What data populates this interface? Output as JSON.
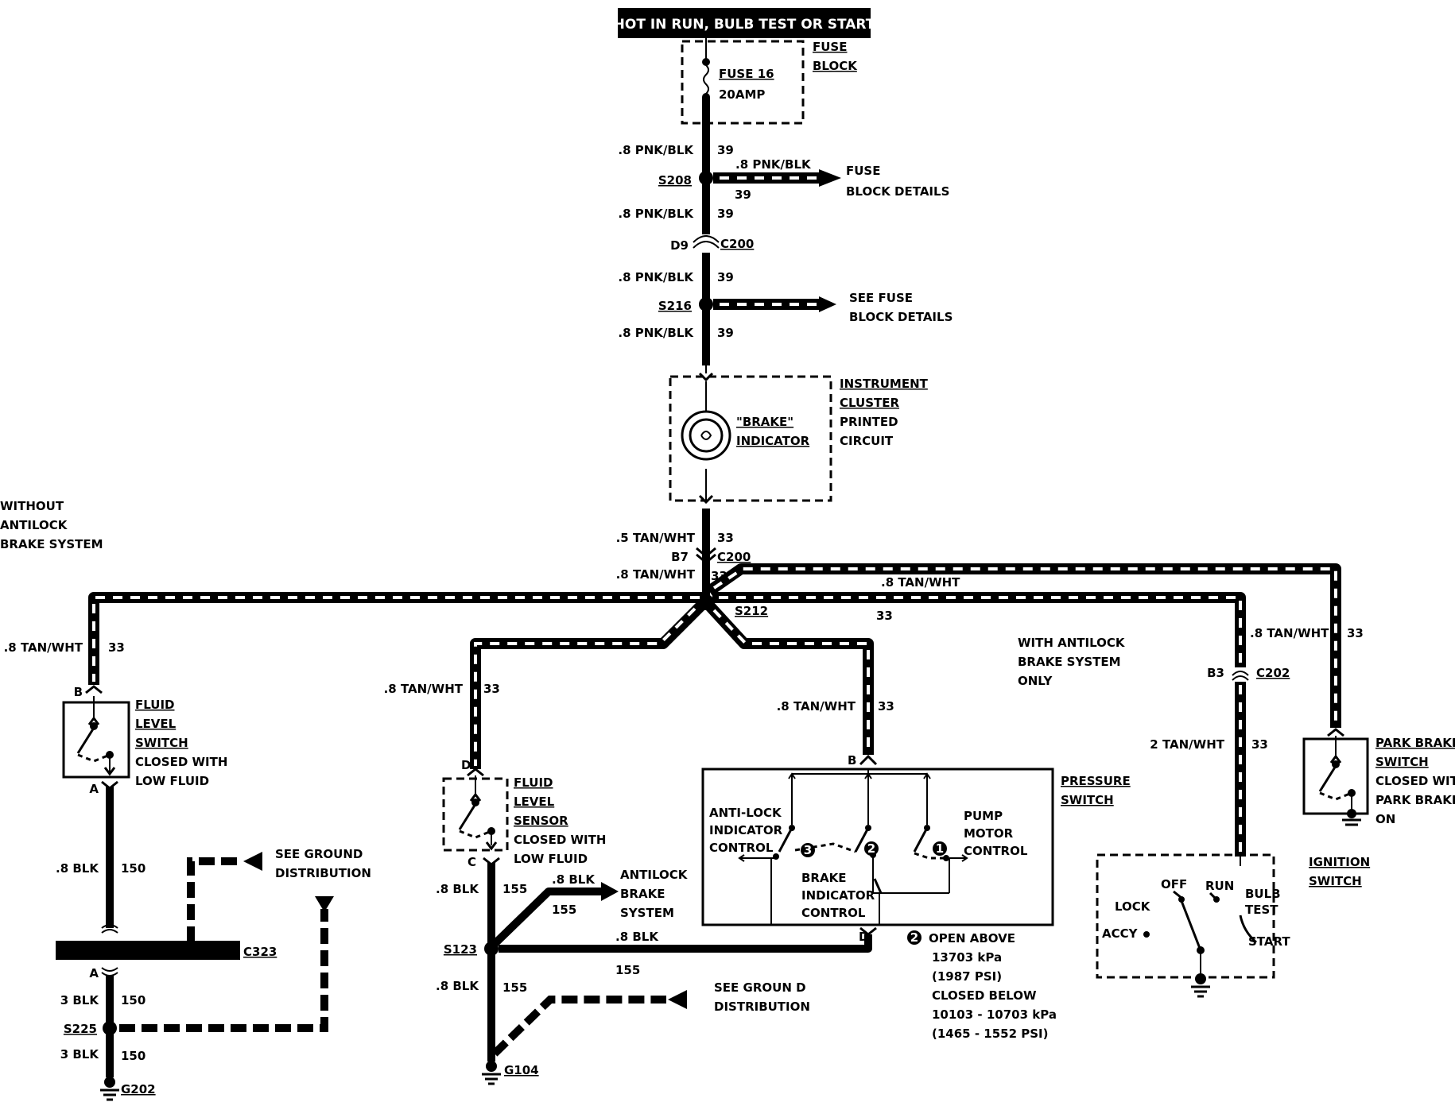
{
  "header": "HOT IN RUN, BULB TEST OR START",
  "fuse_block": {
    "title1": "FUSE",
    "title2": "BLOCK",
    "fuse": "FUSE 16",
    "rating": "20AMP"
  },
  "wires": {
    "pnk_blk": ".8 PNK/BLK",
    "pnk_blk_spaced": ".8  PNK/BLK",
    "w39": "39",
    "tan_wht_5": ".5 TAN/WHT",
    "tan_wht_8": ".8 TAN/WHT",
    "tan_wht_8_spaced": ".8  TAN/WHT",
    "tan_wht_2": "2  TAN/WHT",
    "w33": "33",
    "blk_8": ".8 BLK",
    "blk_3": "3 BLK",
    "w150": "150",
    "w155": "155"
  },
  "splices": {
    "s208": "S208",
    "s216": "S216",
    "s212": "S212",
    "s123": "S123",
    "s225": "S225"
  },
  "connectors": {
    "d9": "D9",
    "c200": "C200",
    "b7": "B7",
    "c202": "C202",
    "b3": "B3",
    "c323": "C323",
    "pin_a": "A",
    "pin_b": "B",
    "pin_c": "C",
    "pin_d": "D"
  },
  "grounds": {
    "g104": "G104",
    "g202": "G202"
  },
  "refs": {
    "fuse_details_1": "FUSE",
    "fuse_details_2": "BLOCK  DETAILS",
    "see_fuse_1": "SEE FUSE",
    "see_fuse_2": "BLOCK DETAILS",
    "see_ground_1": "SEE GROUND",
    "see_ground_2": "DISTRIBUTION",
    "see_ground_b1": "SEE GROUN D",
    "see_ground_b2": "DISTRIBUTION"
  },
  "cluster": {
    "t1": "INSTRUMENT",
    "t2": "CLUSTER",
    "t3": "PRINTED",
    "t4": "CIRCUIT",
    "ind1": "\"BRAKE\"",
    "ind2": "INDICATOR"
  },
  "notes": {
    "without1": "WITHOUT",
    "without2": "ANTILOCK",
    "without3": "BRAKE SYSTEM",
    "with1": "WITH  ANTILOCK",
    "with2": "BRAKE  SYSTEM",
    "with3": "ONLY"
  },
  "fluid_switch": {
    "t1": "FLUID",
    "t2": "LEVEL",
    "t3": "SWITCH",
    "t4": "CLOSED WITH",
    "t5": "LOW FLUID"
  },
  "fluid_sensor": {
    "t1": "FLUID",
    "t2": "LEVEL",
    "t3": "SENSOR",
    "t4": "CLOSED WITH",
    "t5": "LOW FLUID"
  },
  "antilock": {
    "t1": "ANTILOCK",
    "t2": "BRAKE",
    "t3": "SYSTEM"
  },
  "pressure": {
    "t1": "PRESSURE",
    "t2": "SWITCH",
    "al1": "ANTI-LOCK",
    "al2": "INDICATOR",
    "al3": "CONTROL",
    "bi1": "BRAKE",
    "bi2": "INDICATOR",
    "bi3": "CONTROL",
    "pm1": "PUMP",
    "pm2": "MOTOR",
    "pm3": "CONTROL",
    "n1": "1",
    "n2": "2",
    "n3": "3",
    "note1": "OPEN ABOVE",
    "note2": "13703 kPa",
    "note3": "(1987 PSI)",
    "note4": "CLOSED BELOW",
    "note5": "10103 - 10703 kPa",
    "note6": "(1465 - 1552 PSI)"
  },
  "park": {
    "t1": "PARK BRAKE",
    "t2": "SWITCH",
    "t3": "CLOSED WITH",
    "t4": "PARK BRAKE",
    "t5": "ON"
  },
  "ignition": {
    "t1": "IGNITION",
    "t2": "SWITCH",
    "lock": "LOCK",
    "off": "OFF",
    "run": "RUN",
    "bulb": "BULB",
    "test": "TEST",
    "start": "START",
    "accy": "ACCY"
  }
}
